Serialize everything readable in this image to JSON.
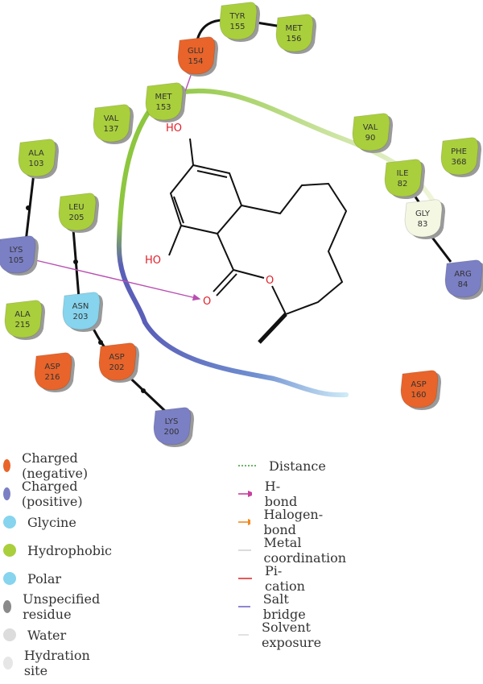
{
  "residues": [
    {
      "id": "glu154",
      "name": "GLU",
      "num": "154",
      "type": "charged_negative"
    },
    {
      "id": "tyr155",
      "name": "TYR",
      "num": "155",
      "type": "hydrophobic"
    },
    {
      "id": "met156",
      "name": "MET",
      "num": "156",
      "type": "hydrophobic"
    },
    {
      "id": "met153",
      "name": "MET",
      "num": "153",
      "type": "hydrophobic"
    },
    {
      "id": "val137",
      "name": "VAL",
      "num": "137",
      "type": "hydrophobic"
    },
    {
      "id": "val90",
      "name": "VAL",
      "num": "90",
      "type": "hydrophobic"
    },
    {
      "id": "phe368",
      "name": "PHE",
      "num": "368",
      "type": "hydrophobic"
    },
    {
      "id": "ile82",
      "name": "ILE",
      "num": "82",
      "type": "hydrophobic"
    },
    {
      "id": "gly83",
      "name": "GLY",
      "num": "83",
      "type": "glycine"
    },
    {
      "id": "arg84",
      "name": "ARG",
      "num": "84",
      "type": "charged_positive"
    },
    {
      "id": "ala103",
      "name": "ALA",
      "num": "103",
      "type": "hydrophobic"
    },
    {
      "id": "leu205",
      "name": "LEU",
      "num": "205",
      "type": "hydrophobic"
    },
    {
      "id": "lys105",
      "name": "LYS",
      "num": "105",
      "type": "charged_positive"
    },
    {
      "id": "ala215",
      "name": "ALA",
      "num": "215",
      "type": "hydrophobic"
    },
    {
      "id": "asn203",
      "name": "ASN",
      "num": "203",
      "type": "polar"
    },
    {
      "id": "asp216",
      "name": "ASP",
      "num": "216",
      "type": "charged_negative"
    },
    {
      "id": "asp202",
      "name": "ASP",
      "num": "202",
      "type": "charged_negative"
    },
    {
      "id": "asp160",
      "name": "ASP",
      "num": "160",
      "type": "charged_negative"
    },
    {
      "id": "lys200",
      "name": "LYS",
      "num": "200",
      "type": "charged_positive"
    }
  ],
  "ligand_labels": {
    "ho_top": "HO",
    "ho_left": "HO",
    "o_carbonyl": "O",
    "o_ester": "O"
  },
  "colors": {
    "charged_negative": "#e8642a",
    "charged_positive": "#7b7fc4",
    "glycine": "#f4f7e2",
    "hydrophobic": "#a9cf3c",
    "polar": "#86d4ee",
    "hbond": "#b94eb0",
    "pocket_green": "#8dc63f",
    "pocket_blue": "#5a5fb8",
    "pocket_light_blue": "#8fd3f0"
  },
  "legend": {
    "left": [
      {
        "label": "Charged (negative)",
        "color": "#e8642a"
      },
      {
        "label": "Charged (positive)",
        "color": "#7b7fc4"
      },
      {
        "label": "Glycine",
        "color": "#86d4ee"
      },
      {
        "label": "Hydrophobic",
        "color": "#a9cf3c"
      },
      {
        "label": "Polar",
        "color": "#86d4ee"
      },
      {
        "label": "Unspecified residue",
        "color": "#8a8a8a"
      },
      {
        "label": "Water",
        "color": "#dcdcdc"
      },
      {
        "label": "Hydration site",
        "color": "#e6e6e6"
      }
    ],
    "right": [
      {
        "label": "Distance",
        "style": "dotted",
        "color": "#3a9a3a"
      },
      {
        "label": "H-bond",
        "style": "arrow",
        "color": "#c8409e"
      },
      {
        "label": "Halogen-bond",
        "style": "arrow",
        "color": "#f08a1e"
      },
      {
        "label": "Metal coordination",
        "style": "line",
        "color": "#cfcfcf"
      },
      {
        "label": "Pi-cation",
        "style": "line",
        "color": "#e02020"
      },
      {
        "label": "Salt bridge",
        "style": "line",
        "color": "#6a5fc0"
      },
      {
        "label": "Solvent exposure",
        "style": "line",
        "color": "#d8d8d8"
      }
    ]
  }
}
